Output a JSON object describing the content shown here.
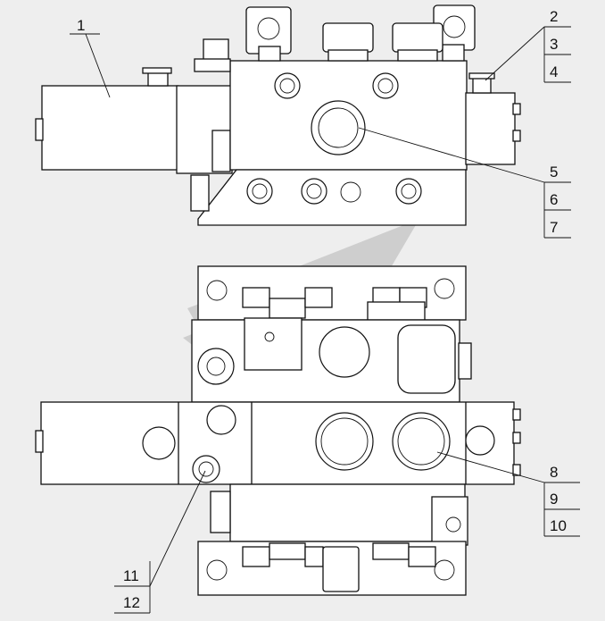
{
  "callouts": [
    {
      "id": "c1",
      "text": "1"
    },
    {
      "id": "c2",
      "text": "2"
    },
    {
      "id": "c3",
      "text": "3"
    },
    {
      "id": "c4",
      "text": "4"
    },
    {
      "id": "c5",
      "text": "5"
    },
    {
      "id": "c6",
      "text": "6"
    },
    {
      "id": "c7",
      "text": "7"
    },
    {
      "id": "c8",
      "text": "8"
    },
    {
      "id": "c9",
      "text": "9"
    },
    {
      "id": "c10",
      "text": "10"
    },
    {
      "id": "c11",
      "text": "11"
    },
    {
      "id": "c12",
      "text": "12"
    }
  ],
  "watermark": {
    "icon": "logo-watermark-icon",
    "color": "#b9b9b9"
  },
  "colors": {
    "line": "#111111",
    "fill": "#ffffff",
    "background": "#eeeeee"
  }
}
